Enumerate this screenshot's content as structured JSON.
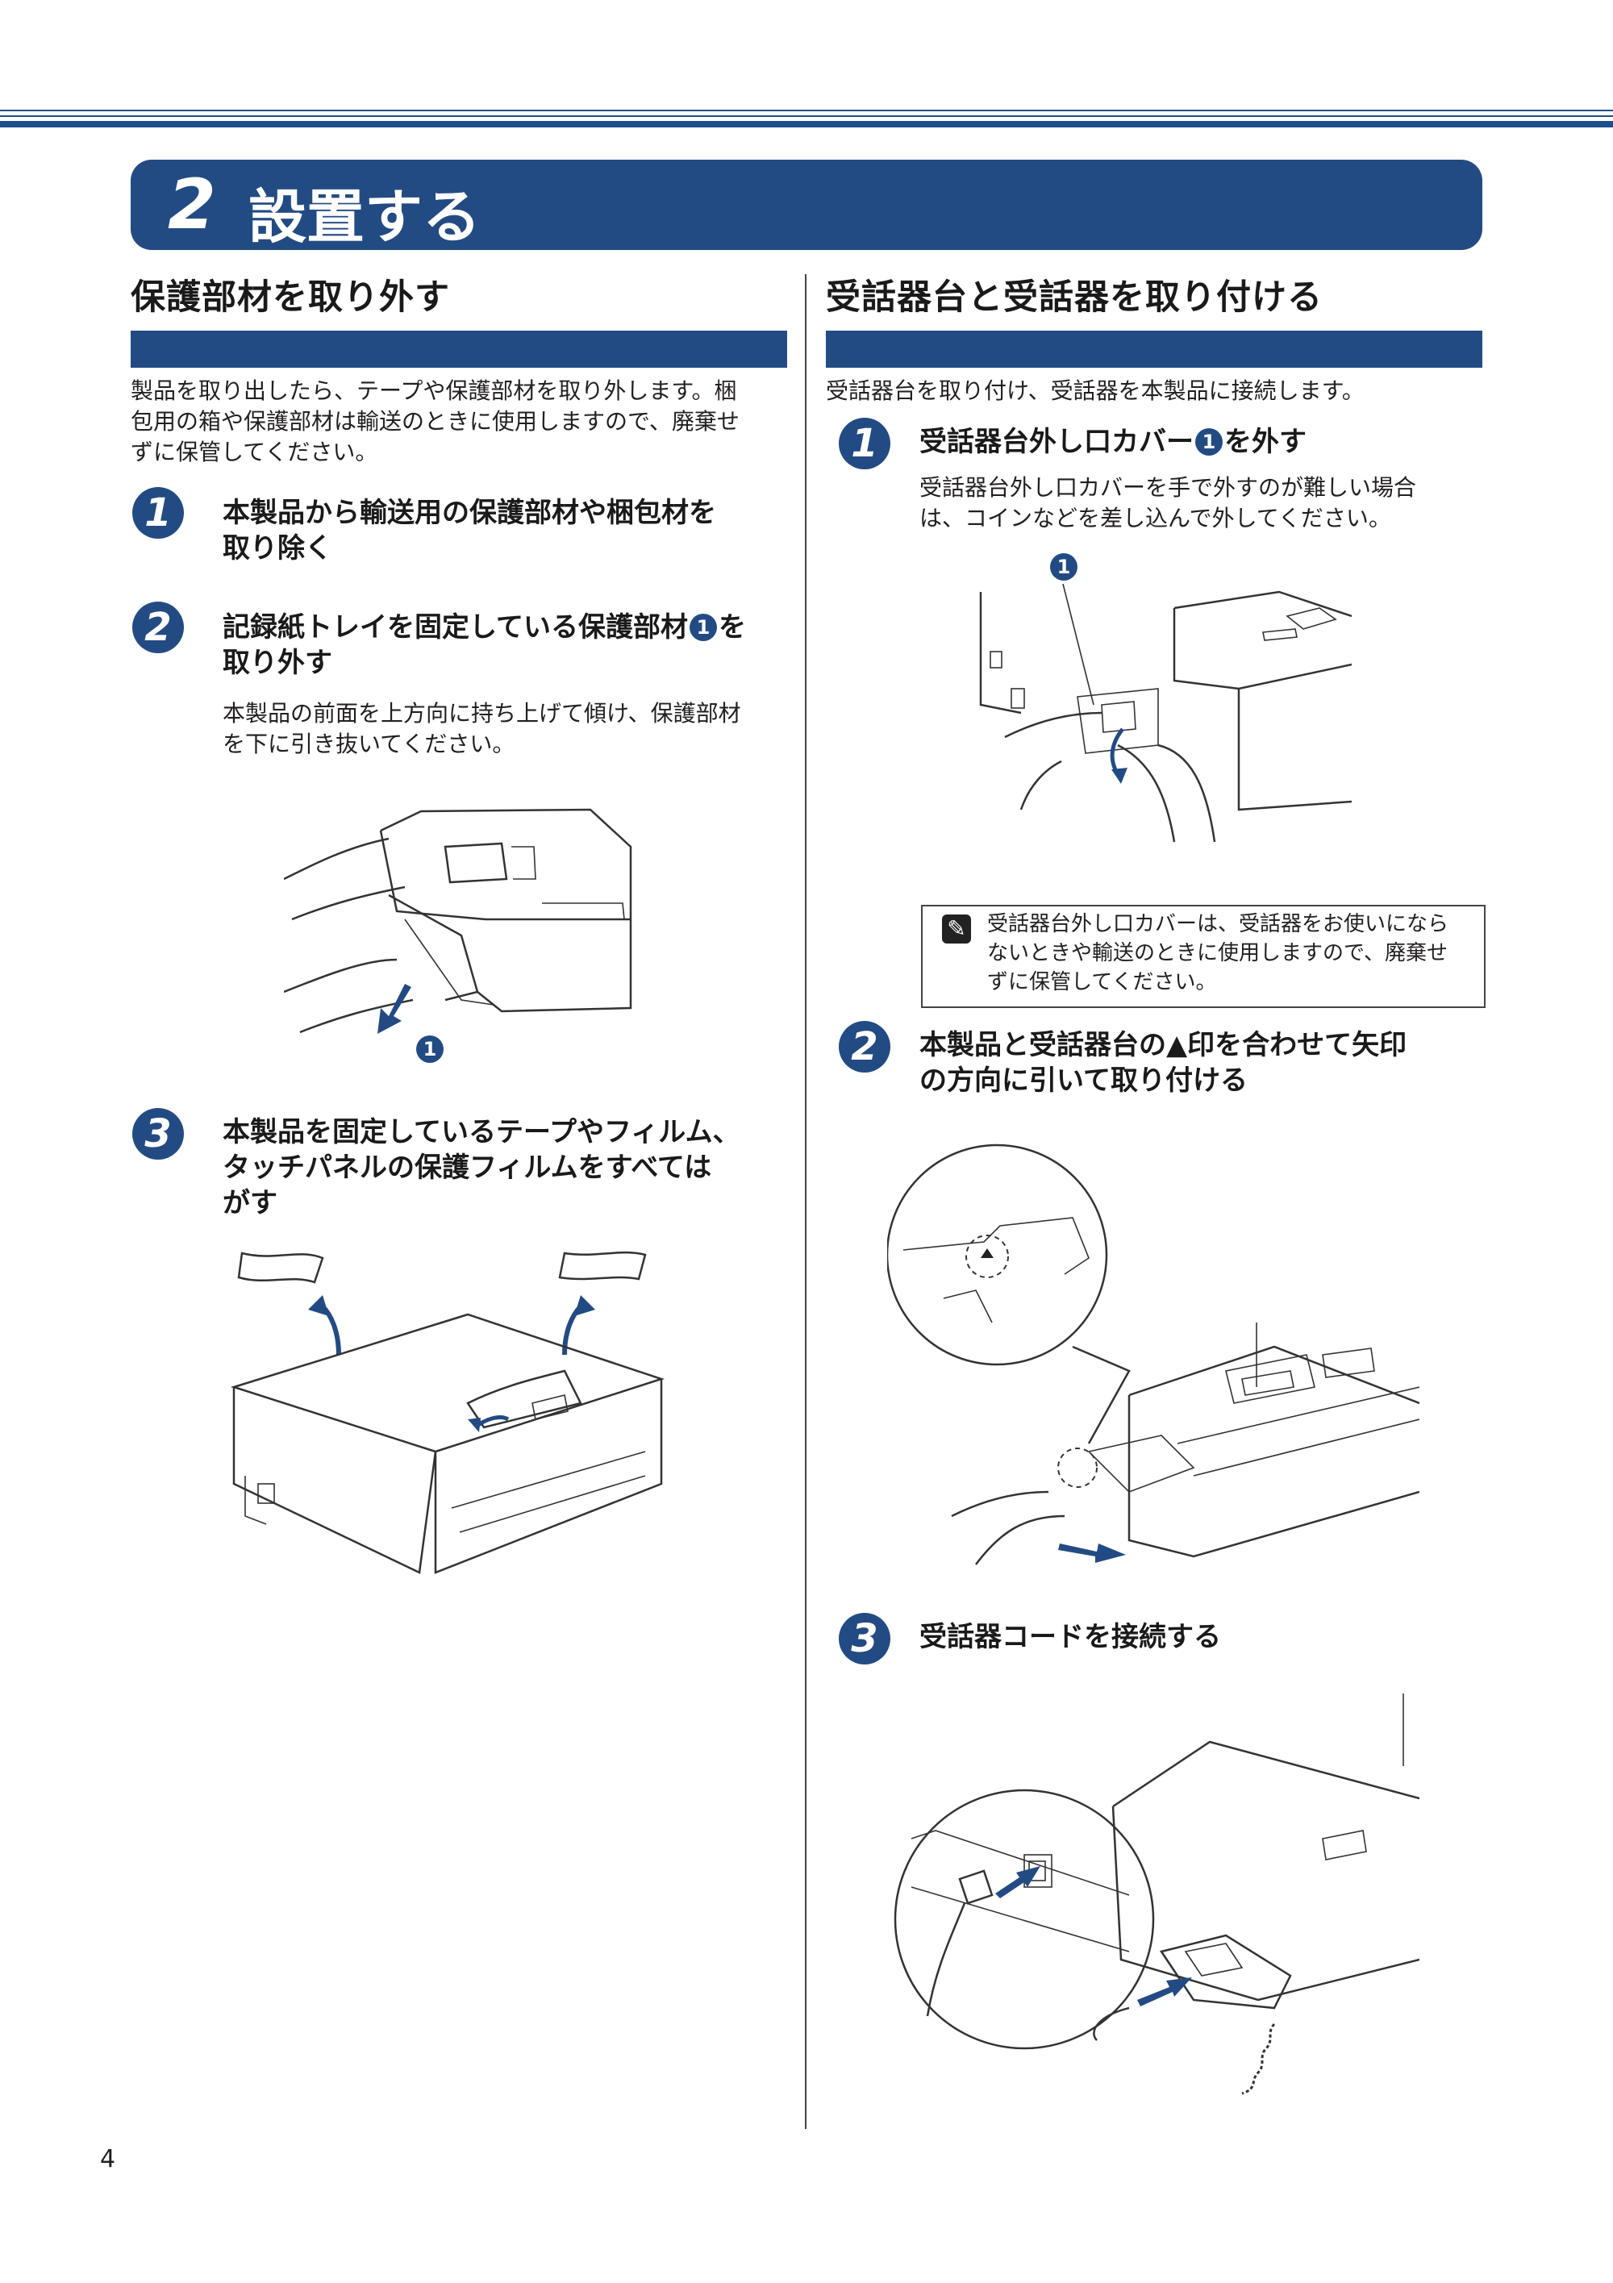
{
  "header": {
    "chapter_number": "2",
    "chapter_title": "設置する"
  },
  "left": {
    "title": "保護部材を取り外す",
    "intro_line1": "製品を取り出したら、テープや保護部材を取り外します。梱",
    "intro_line2": "包用の箱や保護部材は輸送のときに使用しますので、廃棄せ",
    "intro_line3": "ずに保管してください。",
    "steps": [
      {
        "number": "1",
        "line1": "本製品から輸送用の保護部材や梱包材を",
        "line2": "取り除く"
      },
      {
        "number": "2",
        "line1_pre": "記録紙トレイを固定している保護部材",
        "callout": "1",
        "line1_post": "を",
        "line2": "取り外す",
        "desc1": "本製品の前面を上方向に持ち上げて傾け、保護部材",
        "desc2": "を下に引き抜いてください。"
      },
      {
        "number": "3",
        "line1": "本製品を固定しているテープやフィルム、",
        "line2": "タッチパネルの保護フィルムをすべては",
        "line3": "がす"
      }
    ],
    "figure_callout": "1"
  },
  "right": {
    "title": "受話器台と受話器を取り付ける",
    "intro": "受話器台を取り付け、受話器を本製品に接続します。",
    "steps": [
      {
        "number": "1",
        "line1_pre": "受話器台外し口カバー",
        "callout": "1",
        "line1_post": "を外す",
        "desc1": "受話器台外し口カバーを手で外すのが難しい場合",
        "desc2": "は、コインなどを差し込んで外してください。"
      },
      {
        "number": "2",
        "line1": "本製品と受話器台の▲印を合わせて矢印",
        "line2": "の方向に引いて取り付ける"
      },
      {
        "number": "3",
        "line1": "受話器コードを接続する"
      }
    ],
    "figure_callout": "1",
    "note": {
      "line1": "受話器台外し口カバーは、受話器をお使いになら",
      "line2": "ないときや輸送のときに使用しますので、廃棄せ",
      "line3": "ずに保管してください。"
    }
  },
  "footer": {
    "page_number": "4"
  },
  "colors": {
    "accent": "#234b83"
  }
}
